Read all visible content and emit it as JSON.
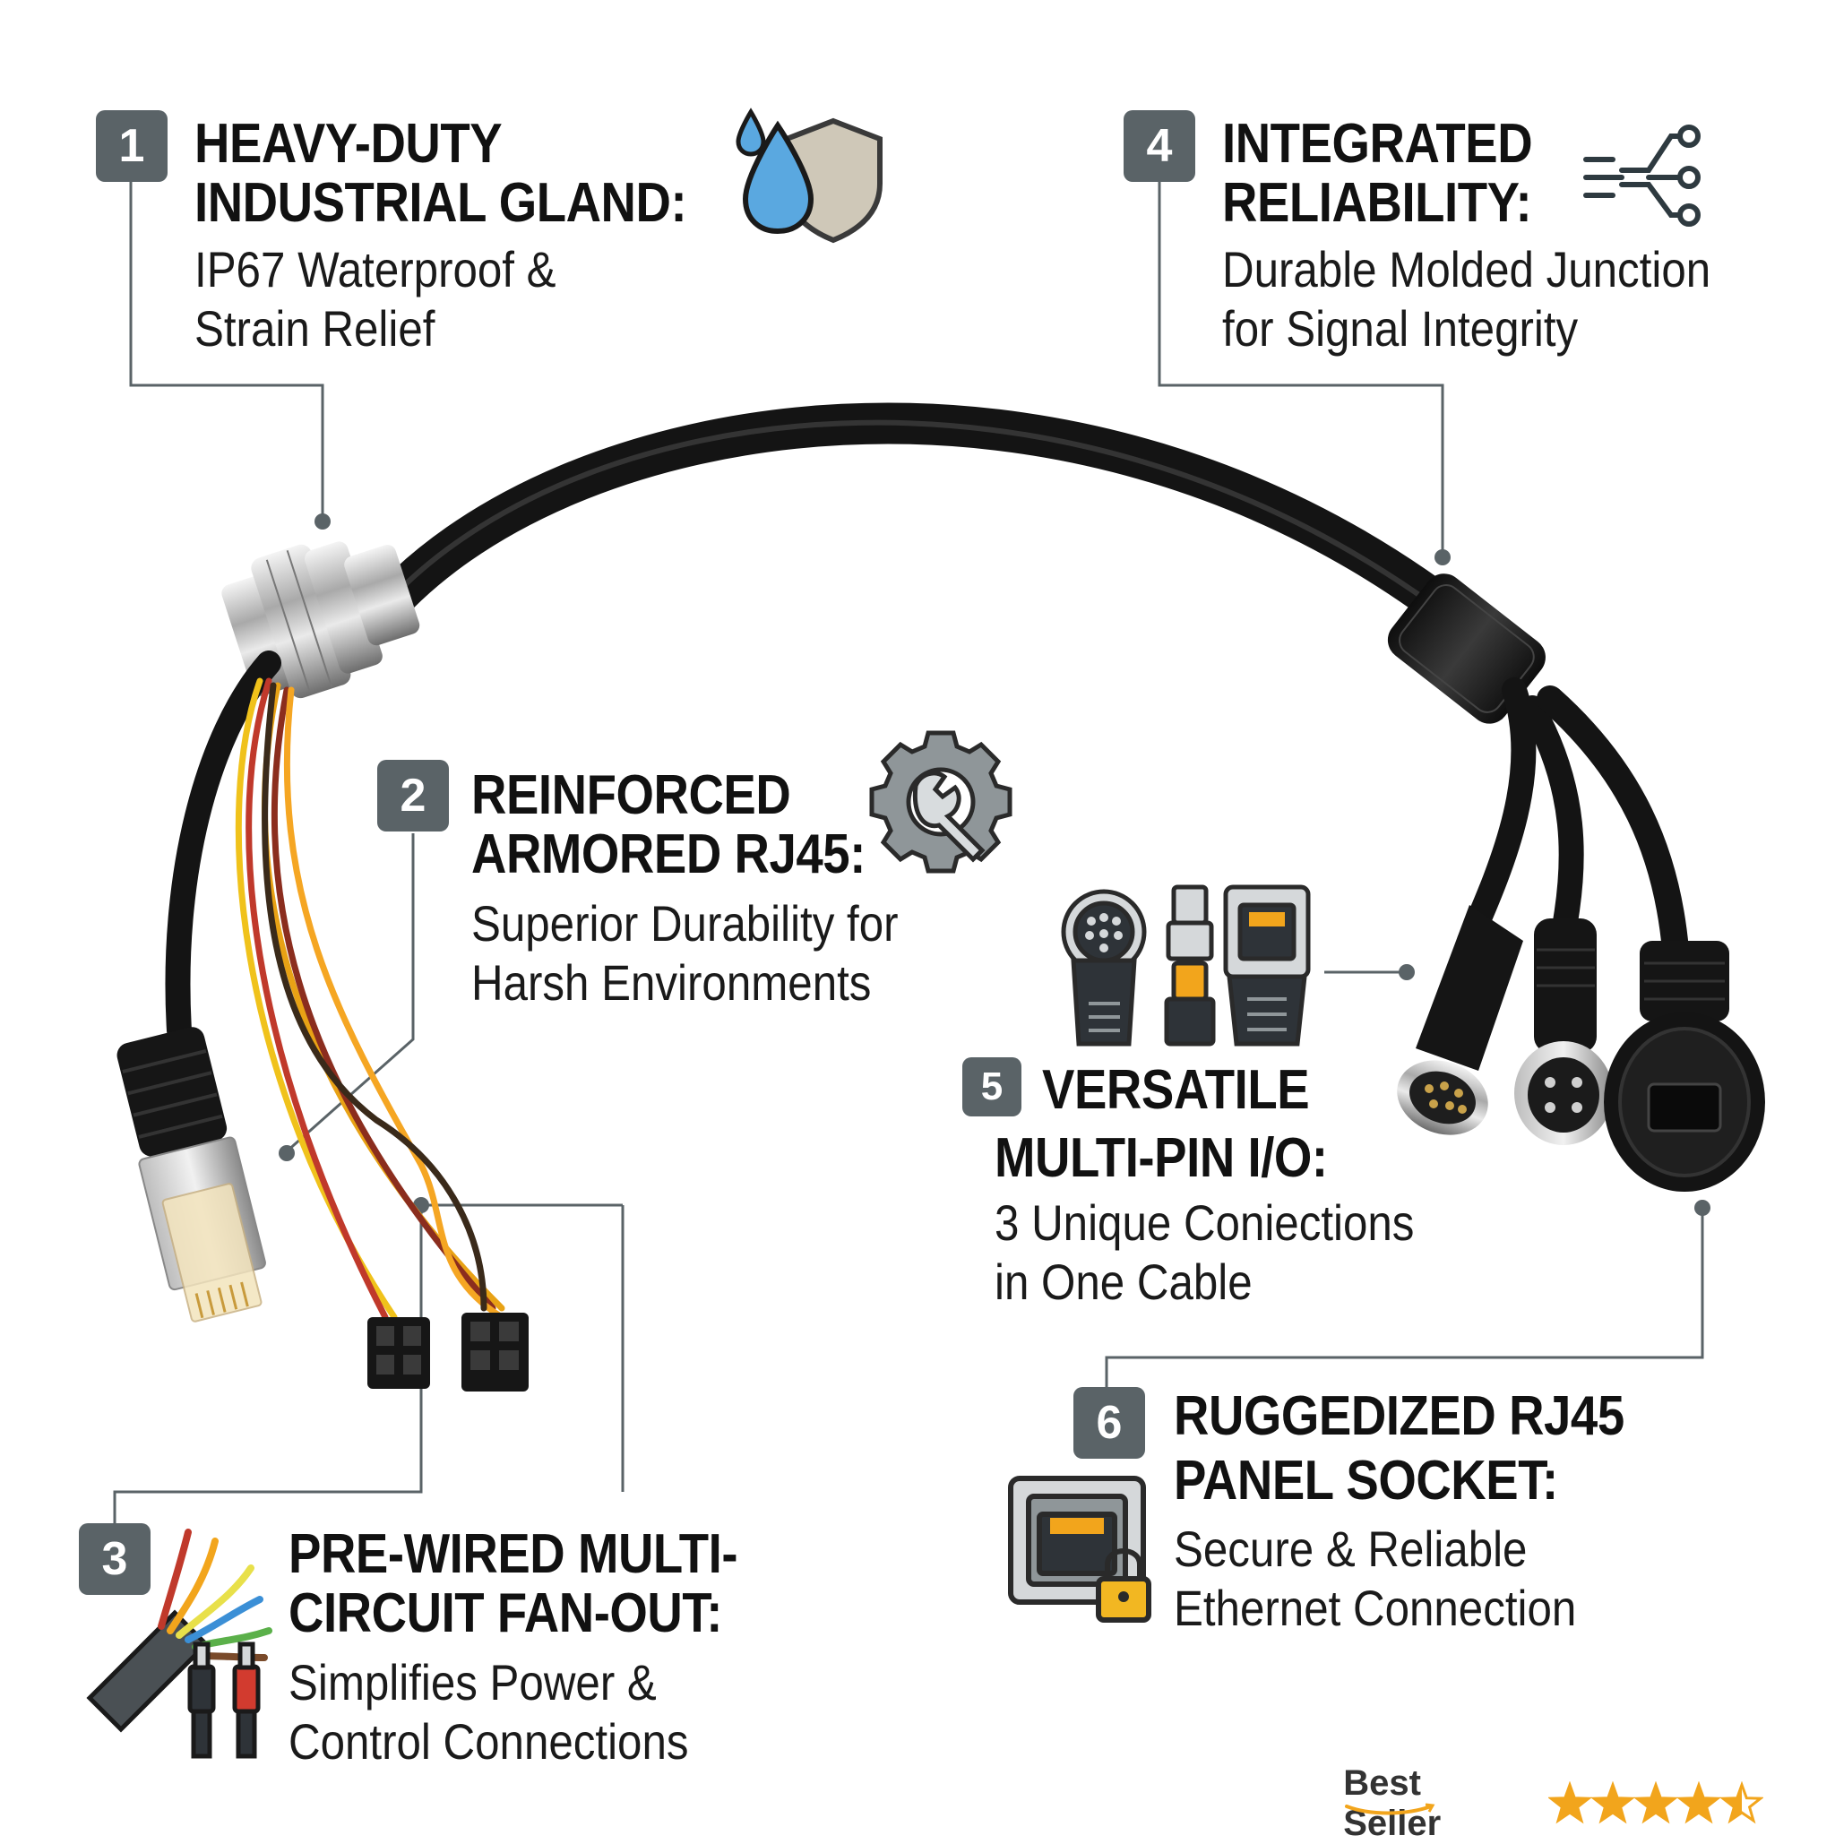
{
  "callouts": [
    {
      "number": "1",
      "title_line1": "HEAVY-DUTY",
      "title_line2": "INDUSTRIAL GLAND:",
      "desc_line1": "IP67 Waterproof &",
      "desc_line2": "Strain Relief",
      "icon": "waterproof-shield-icon"
    },
    {
      "number": "2",
      "title_line1": "REINFORCED",
      "title_line2": "ARMORED RJ45:",
      "desc_line1": "Superior Durability for",
      "desc_line2": "Harsh Environments",
      "icon": "gear-wrench-icon"
    },
    {
      "number": "3",
      "title_line1": "PRE-WIRED MULTI-",
      "title_line2": "CIRCUIT FAN-OUT:",
      "desc_line1": "Simplifies Power &",
      "desc_line2": "Control Connections",
      "icon": "wire-bundle-icon"
    },
    {
      "number": "4",
      "title_line1": "INTEGRATED",
      "title_line2": "RELIABILITY:",
      "desc_line1": "Durable Molded Junction",
      "desc_line2": "for Signal Integrity",
      "icon": "signal-split-icon"
    },
    {
      "number": "5",
      "title_line1": "VERSATILE",
      "title_line2": "MULTI-PIN I/O:",
      "desc_line1": "3 Unique Conіections",
      "desc_line2": "in One Cable",
      "icon": "connectors-icon"
    },
    {
      "number": "6",
      "title_line1": "RUGGEDIZED RJ45",
      "title_line2": "PANEL SOCKET:",
      "desc_line1": "Secure & Reliable",
      "desc_line2": "Ethernet Connection",
      "icon": "locked-socket-icon"
    }
  ],
  "badge": {
    "label": "Best Seller",
    "rating": 4.5,
    "max_rating": 5
  },
  "colors": {
    "badge_bg": "#5a6367",
    "leader": "#5a6367",
    "star": "#f2a51c",
    "cable": "#1b1b1b",
    "water": "#5aa8e0"
  }
}
